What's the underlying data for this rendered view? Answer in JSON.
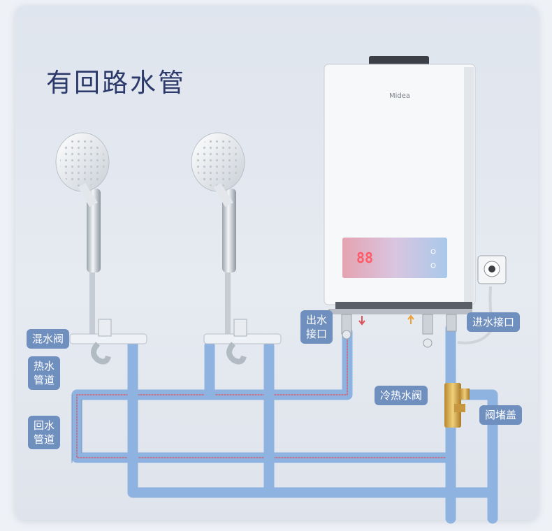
{
  "title": "有回路水管",
  "brand": "Midea",
  "display": {
    "temperature": "88"
  },
  "labels": {
    "mixing_valve": "混水阀",
    "hot_pipe_line1": "热水",
    "hot_pipe_line2": "管道",
    "return_pipe_line1": "回水",
    "return_pipe_line2": "管道",
    "outlet_line1": "出水",
    "outlet_line2": "接口",
    "inlet": "进水接口",
    "cold_hot_valve": "冷热水阀",
    "valve_cap": "阀堵盖"
  },
  "colors": {
    "title": "#2b3a6b",
    "tag_bg": "#6f8fbf",
    "pipe_blue": "#8fb3e0",
    "pipe_red_line": "#e0505a"
  }
}
